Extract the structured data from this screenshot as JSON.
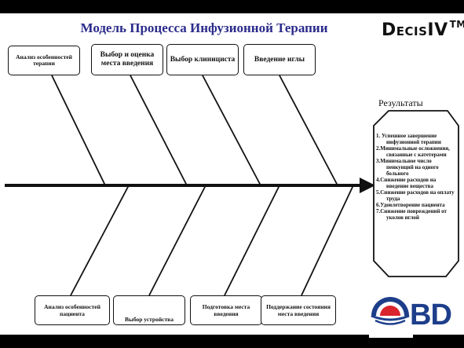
{
  "title": "Модель Процесса Инфузионной Терапии",
  "brand": {
    "name": "DecisIV",
    "trademark": "TM"
  },
  "causes_top": [
    {
      "label": "Анализ особенностей терапии"
    },
    {
      "label": "Выбор и оценка места введения"
    },
    {
      "label": "Выбор клиницистa"
    },
    {
      "label": "Введение иглы"
    }
  ],
  "causes_bottom": [
    {
      "label": "Анализ особенностей пациента"
    },
    {
      "label": "Выбор устройства"
    },
    {
      "label": "Подготовка места введения"
    },
    {
      "label": "Поддержание состояния места введения"
    }
  ],
  "results": {
    "title": "Результаты",
    "items": [
      "1. Успешное завершение инфузионной терапии",
      "2.Минимальные осложнения, связанные с катетерами",
      "3.Минимальное число пенкунций на одного больного",
      "4.Снижение расходов на введение вещества",
      "5.Снижение расходов на оплату труда",
      "6.Удовлетворение пациента",
      "7.Снижение повреждений от уколов иглой"
    ]
  },
  "logo": {
    "text": "BD",
    "color": "#1d3e8a",
    "accent": "#d9232d"
  },
  "colors": {
    "title": "#2b2b8c",
    "line": "#111111",
    "frame": "#000000"
  }
}
